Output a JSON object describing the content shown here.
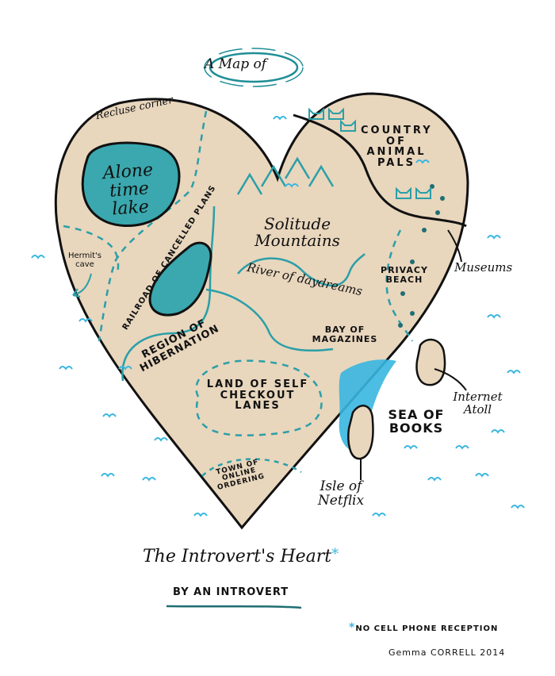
{
  "header": {
    "badge": "A Map of"
  },
  "regions": {
    "recluse_corner": "Recluse corner",
    "alone_time_lake": "Alone time lake",
    "hermits_cave": "Hermit's cave",
    "railroad": "RAILROAD OF CANCELLED PLANS",
    "solitude_mountains": "Solitude Mountains",
    "country_of_animal_pals": "COUNTRY OF ANIMAL PALS",
    "museums": "Museums",
    "privacy_beach": "PRIVACY BEACH",
    "river_of_daydreams": "River of daydreams",
    "bay_of_magazines": "BAY OF MAGAZINES",
    "region_of_hibernation": "REGION OF HIBERNATION",
    "land_of_self_checkout": "LAND OF SELF CHECKOUT LANES",
    "town_of_online_ordering": "TOWN OF ONLINE ORDERING",
    "isle_of_netflix": "Isle of Netflix",
    "sea_of_books": "SEA OF BOOKS",
    "internet_atoll": "Internet Atoll"
  },
  "footer": {
    "title": "The Introvert's Heart",
    "title_mark": "*",
    "subtitle": "BY AN INTROVERT",
    "footnote_mark": "*",
    "footnote": "NO CELL PHONE RECEPTION",
    "credit": "Gemma CORRELL 2014"
  },
  "colors": {
    "land": "#e8d6bd",
    "teal": "#2a9fa8",
    "lake": "#3aa8ae",
    "water": "#38b6e0",
    "ink": "#111111"
  }
}
